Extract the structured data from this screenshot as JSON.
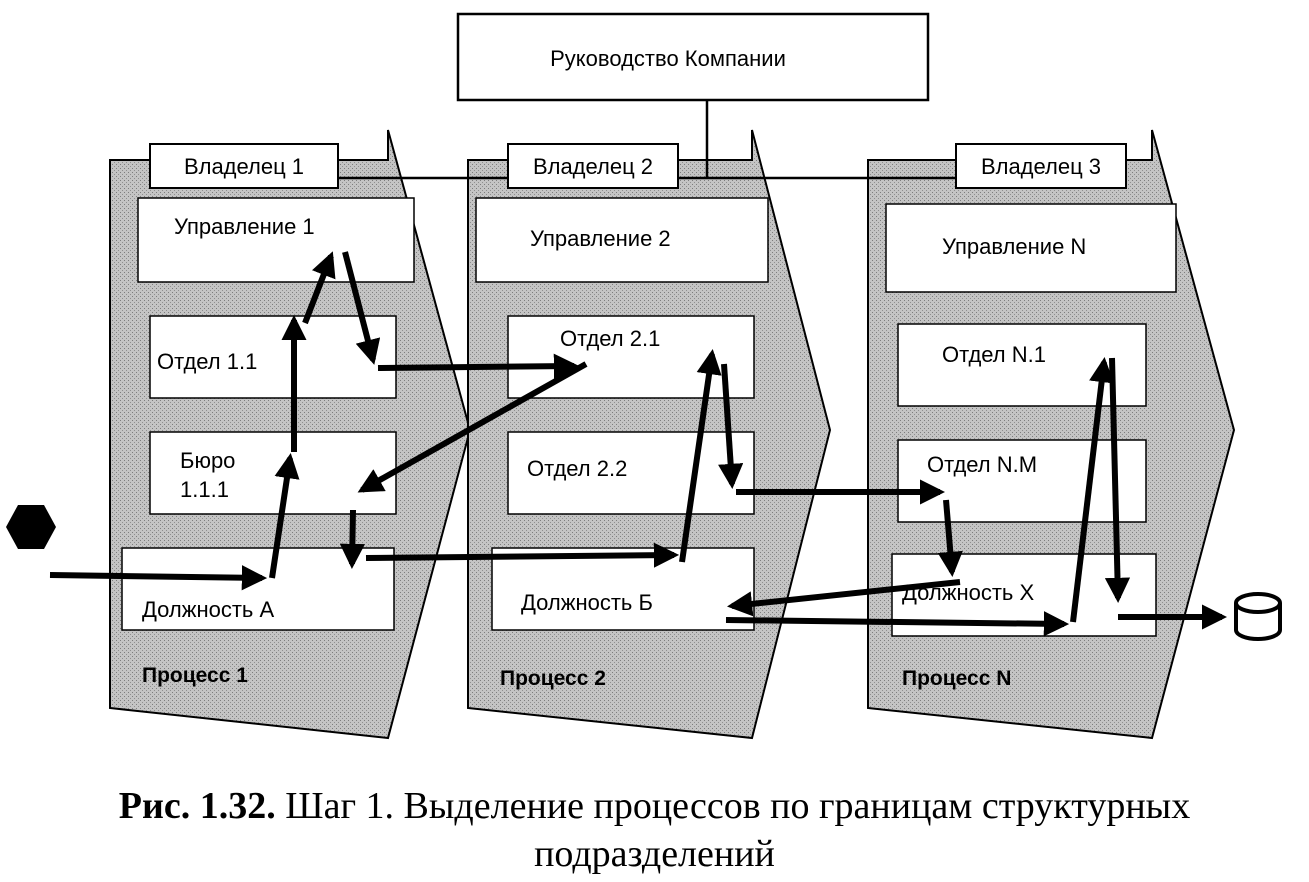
{
  "top_box": "Руководство Компании",
  "processes": [
    {
      "owner": "Владелец 1",
      "name": "Процесс 1",
      "units": [
        "Управление 1",
        "Отдел 1.1",
        "Бюро",
        "1.1.1",
        "Должность А"
      ]
    },
    {
      "owner": "Владелец 2",
      "name": "Процесс 2",
      "units": [
        "Управление 2",
        "Отдел 2.1",
        "Отдел 2.2",
        "Должность Б"
      ]
    },
    {
      "owner": "Владелец 3",
      "name": "Процесс N",
      "units": [
        "Управление N",
        "Отдел N.1",
        "Отдел N.M",
        "Должность X"
      ]
    }
  ],
  "caption": {
    "figure": "Рис. 1.32.",
    "text_line1": "Шаг 1. Выделение процессов по границам структурных",
    "text_line2": "подразделений"
  },
  "colors": {
    "process_fill": "#b9b9b9",
    "box_fill": "#ffffff",
    "ink": "#000000"
  }
}
